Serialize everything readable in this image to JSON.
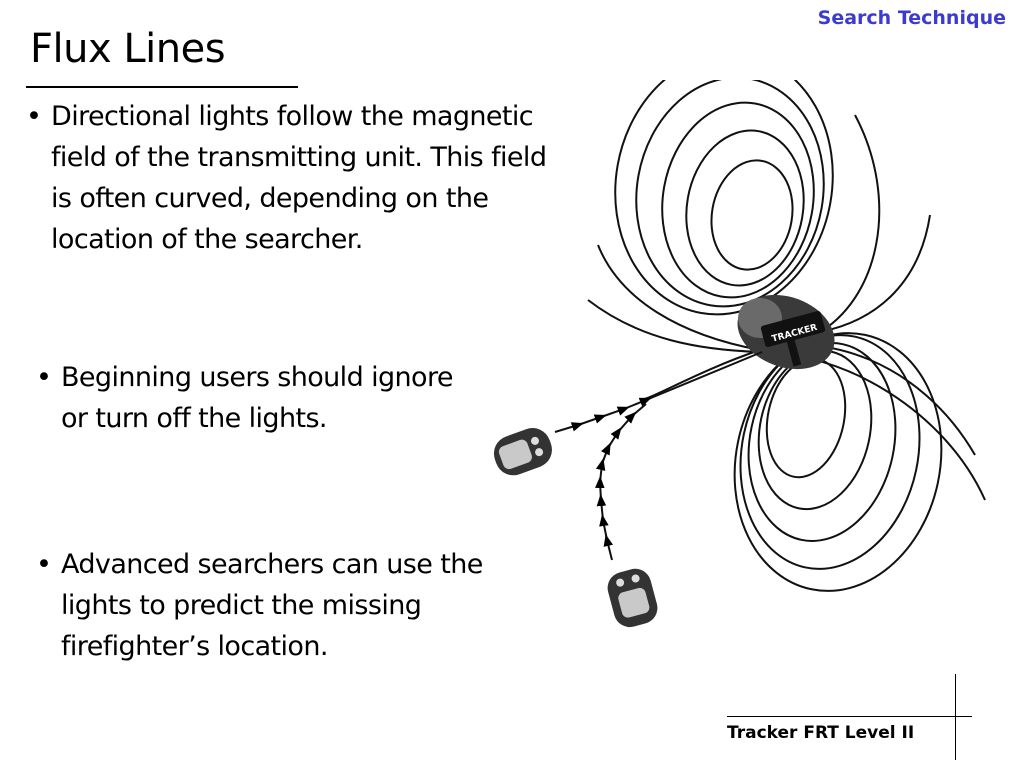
{
  "header": {
    "section": "Search Technique"
  },
  "slide": {
    "title": "Flux Lines"
  },
  "bullets": [
    {
      "symbol": "•",
      "text": "Directional lights follow the magnetic field of the transmitting unit. This field is often curved, depending on the location of the searcher."
    },
    {
      "symbol": "•",
      "text": "Beginning users should ignore or turn off the lights."
    },
    {
      "symbol": "•",
      "text": "Advanced searchers can use the lights to predict the missing firefighter’s location."
    }
  ],
  "figure": {
    "transmitter_label": "TRACKER"
  },
  "footer": {
    "text": "Tracker FRT  Level II"
  }
}
